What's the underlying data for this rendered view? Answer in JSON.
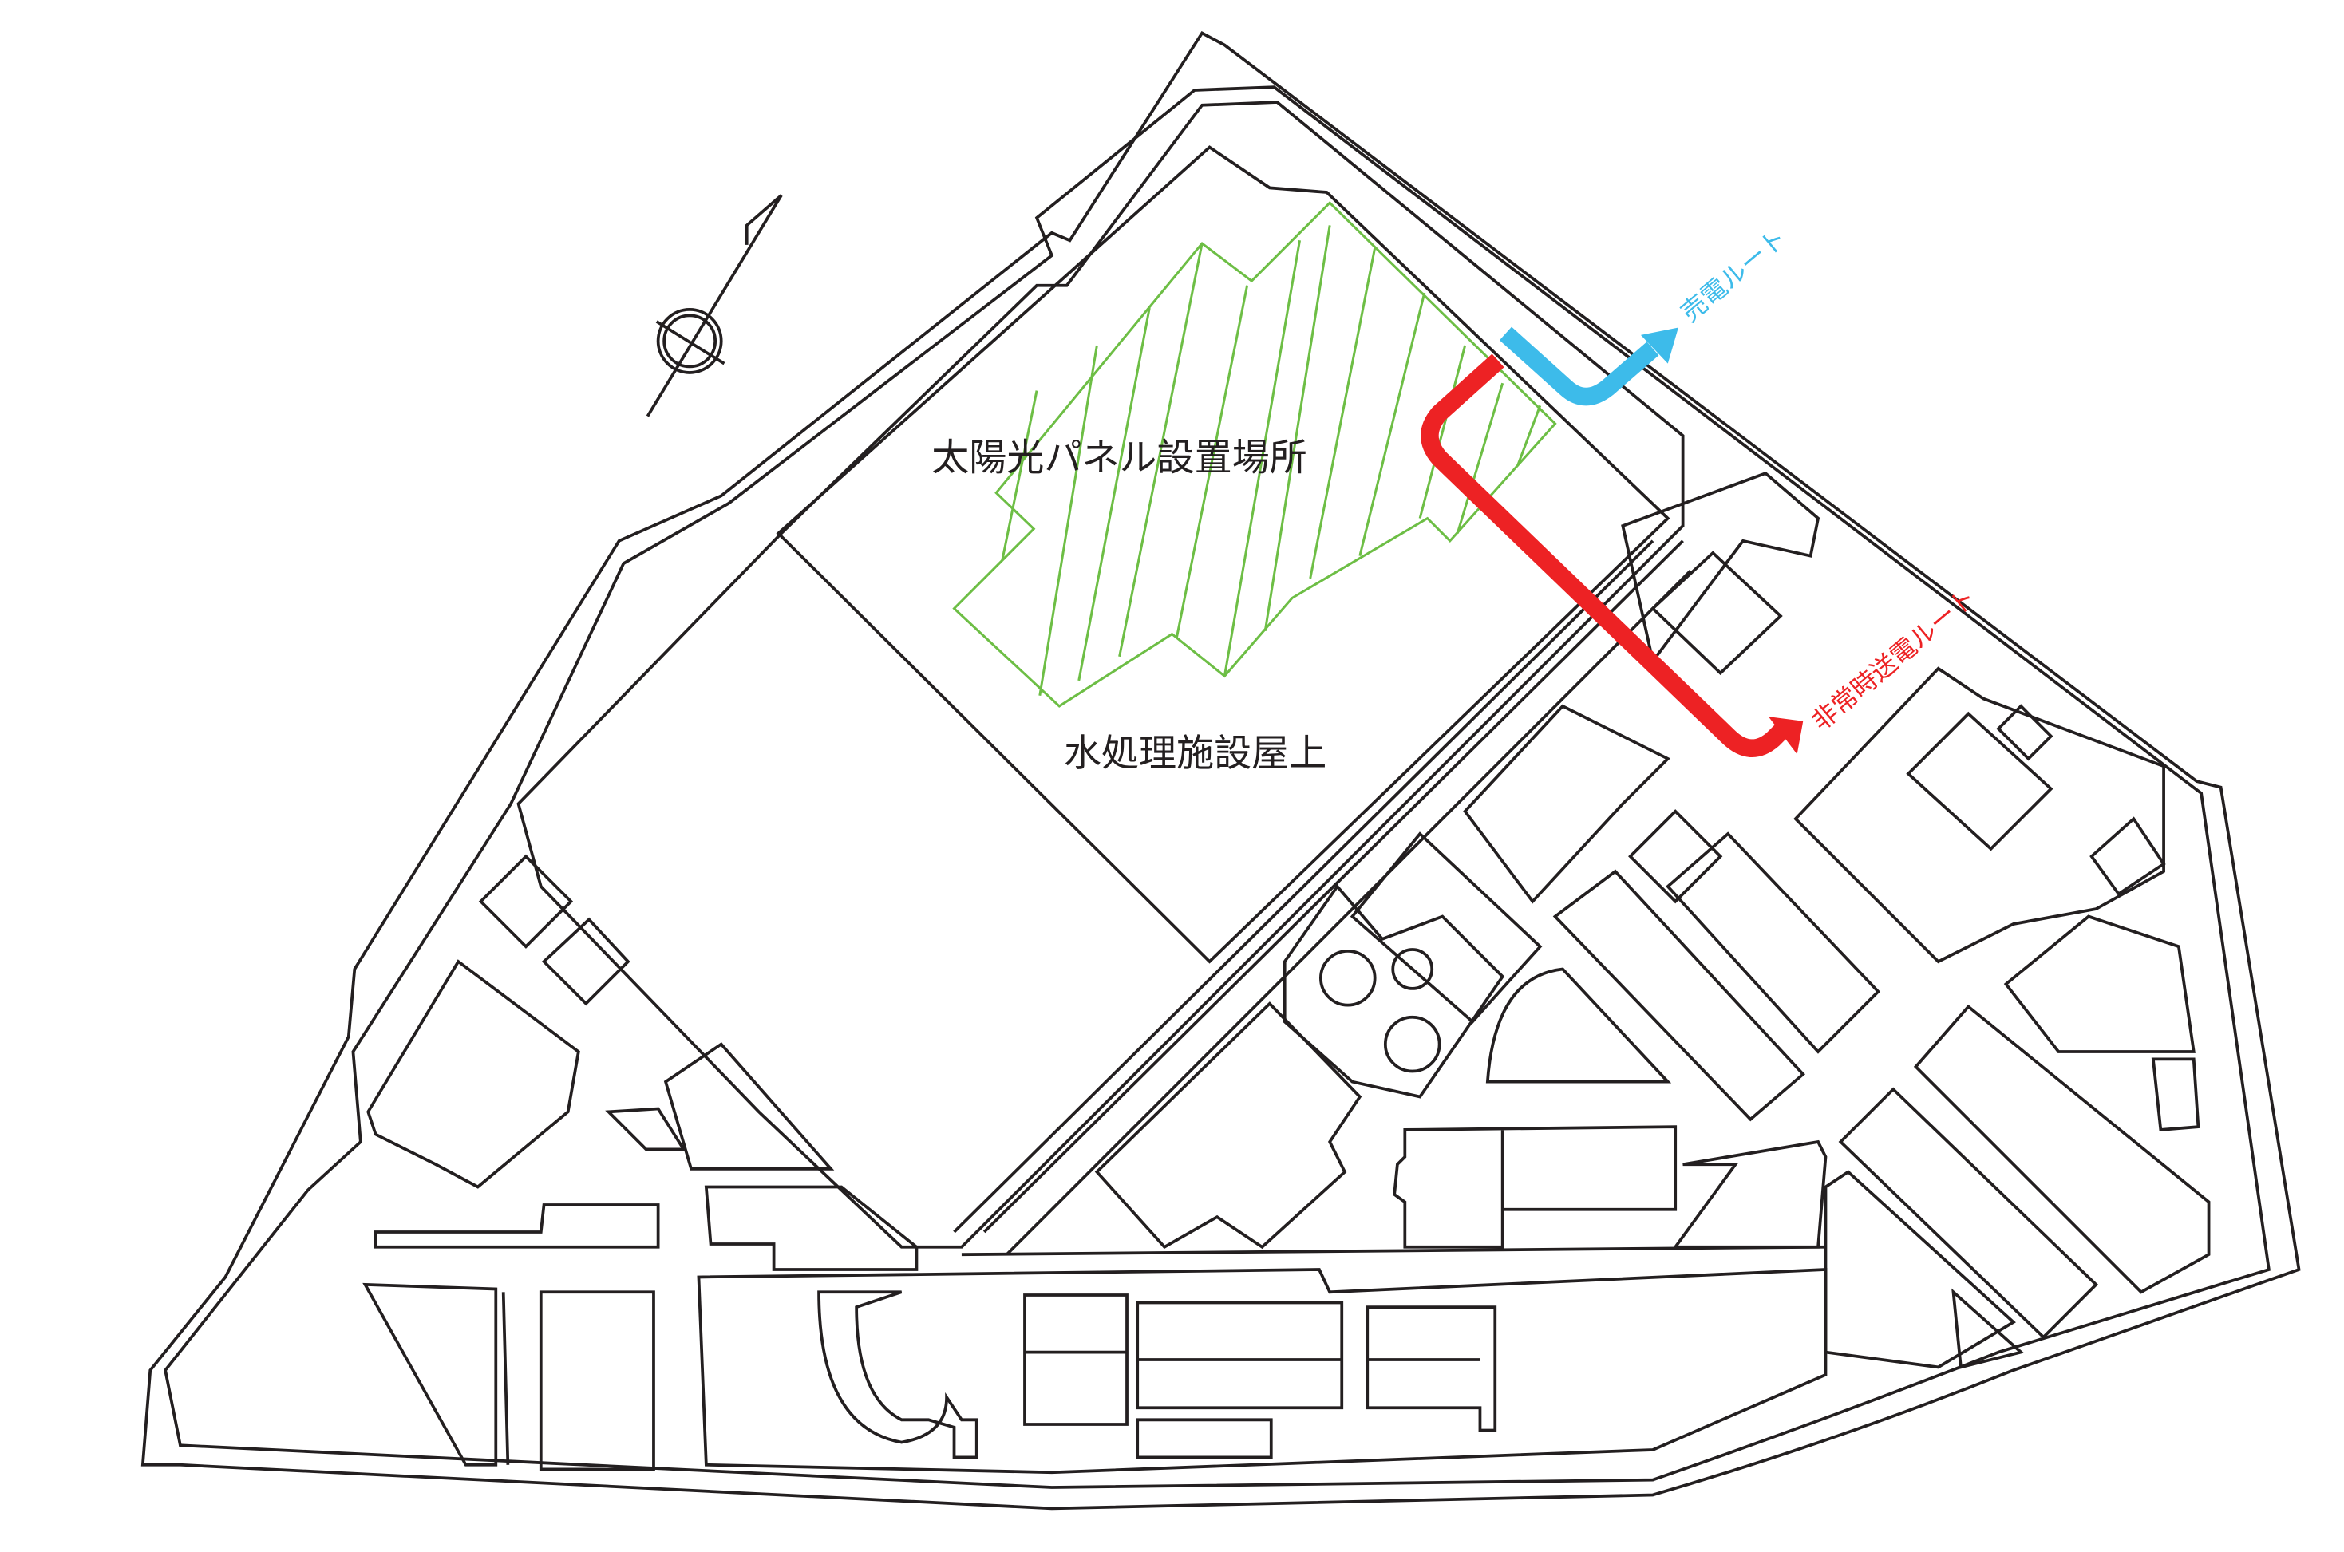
{
  "map": {
    "labels": {
      "solar_area": "太陽光パネル設置場所",
      "rooftop": "水処理施設屋上",
      "sale_route": "売電ルート",
      "emergency_route": "非常時送電ルート"
    },
    "colors": {
      "solar_area": "#6dbe45",
      "sale_route": "#3dbbea",
      "emergency_route": "#ed2224",
      "lines": "#231f20"
    },
    "north_symbol": "compass-north-icon"
  }
}
